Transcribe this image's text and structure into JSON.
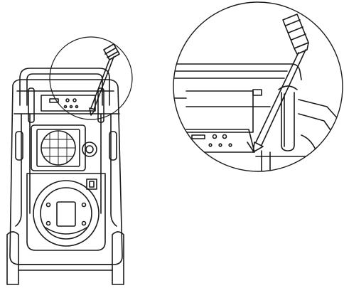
{
  "figure": {
    "kind": "line-art instruction illustration",
    "colors": {
      "stroke": "#1a1a1a",
      "background": "#ffffff",
      "screen_fill": "#ffffff"
    },
    "parts": [
      {
        "id": "dehumidifier-unit",
        "icon": "appliance-front-icon"
      },
      {
        "id": "screwdriver",
        "icon": "screwdriver-icon"
      },
      {
        "id": "detail-magnifier",
        "icon": "magnifier-circle-icon"
      }
    ]
  }
}
